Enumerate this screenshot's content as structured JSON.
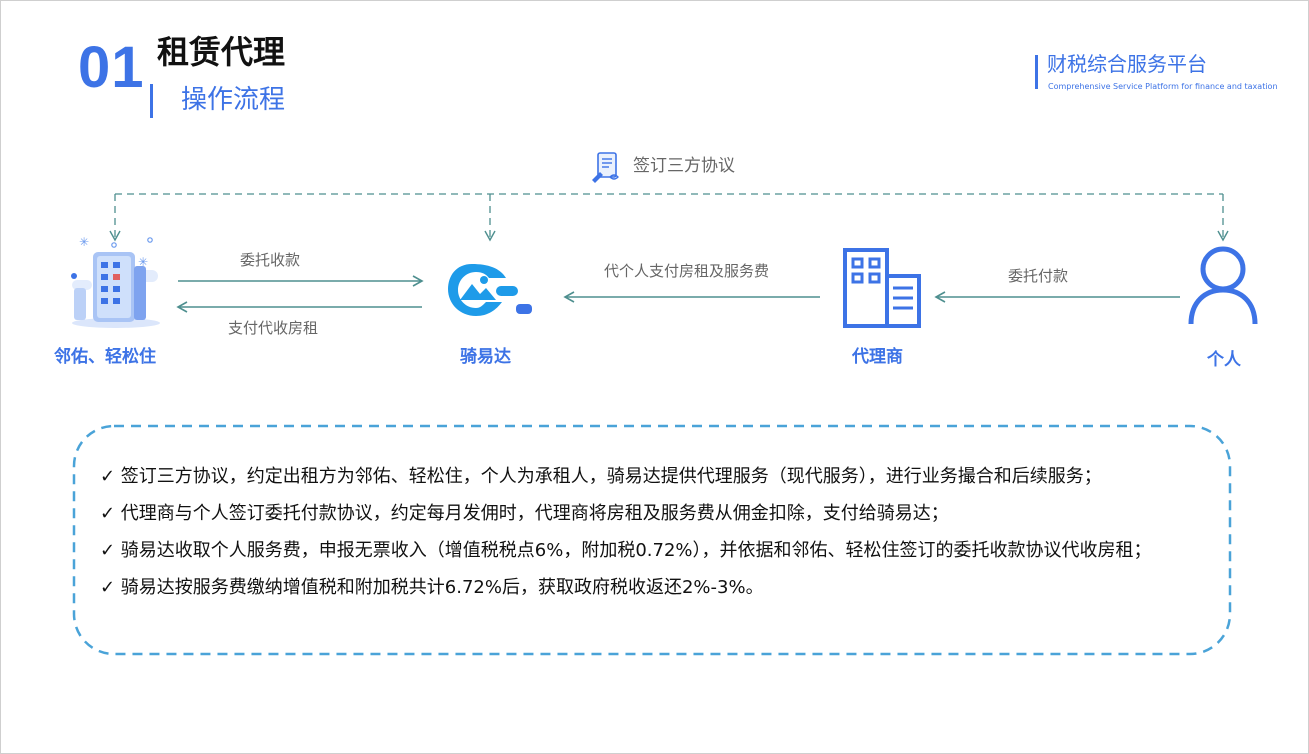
{
  "header": {
    "number": "01",
    "title": "租赁代理",
    "subtitle": "操作流程",
    "brand_cn": "财税综合服务平台",
    "brand_en": "Comprehensive Service Platform for finance and taxation"
  },
  "diagram": {
    "top_label": "签订三方协议",
    "nodes": {
      "lessor": "邻佑、轻松住",
      "platform": "骑易达",
      "agent": "代理商",
      "individual": "个人"
    },
    "edges": {
      "lessor_to_platform": "委托收款",
      "platform_to_lessor": "支付代收房租",
      "agent_to_platform": "代个人支付房租及服务费",
      "individual_to_agent": "委托付款"
    }
  },
  "notes": [
    "✓  签订三方协议，约定出租方为邻佑、轻松住，个人为承租人，骑易达提供代理服务（现代服务），进行业务撮合和后续服务；",
    "✓ 代理商与个人签订委托付款协议，约定每月发佣时，代理商将房租及服务费从佣金扣除，支付给骑易达；",
    "✓ 骑易达收取个人服务费，申报无票收入（增值税税点6%，附加税0.72%），并依据和邻佑、轻松住签订的委托收款协议代收房租；",
    "✓  骑易达按服务费缴纳增值税和附加税共计6.72%后，获取政府税收返还2%-3%。"
  ],
  "colors": {
    "accent": "#3d73e6",
    "arrow": "#4e8f8f",
    "dash_border": "#4aa3d8"
  }
}
